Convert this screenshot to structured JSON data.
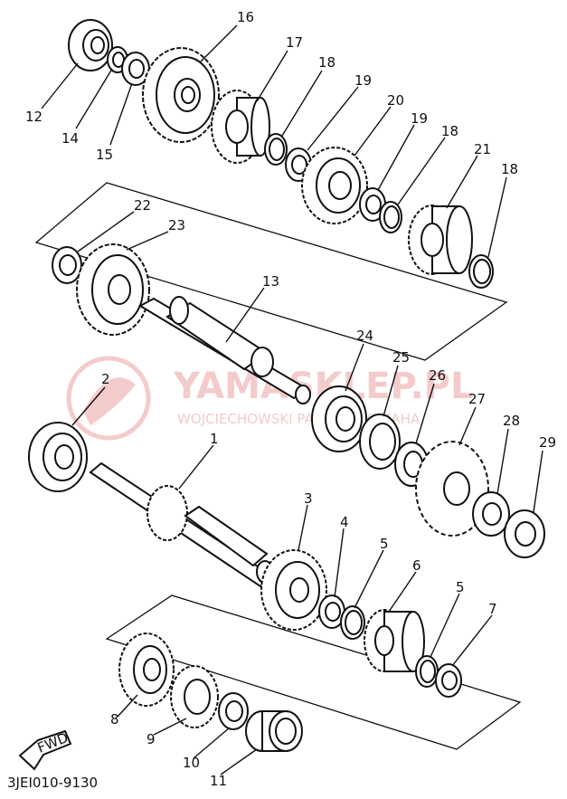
{
  "diagram": {
    "code": "3JEI010-9130",
    "fwd_label": "FWD",
    "watermark": {
      "brand": "YAMASKLEP.PL",
      "sub": "WOJCIECHOWSKI PARTNER YAMAHA"
    },
    "labels": [
      {
        "id": "12",
        "text": "12"
      },
      {
        "id": "14",
        "text": "14"
      },
      {
        "id": "15",
        "text": "15"
      },
      {
        "id": "16",
        "text": "16"
      },
      {
        "id": "17",
        "text": "17"
      },
      {
        "id": "18a",
        "text": "18"
      },
      {
        "id": "19a",
        "text": "19"
      },
      {
        "id": "20",
        "text": "20"
      },
      {
        "id": "19b",
        "text": "19"
      },
      {
        "id": "18b",
        "text": "18"
      },
      {
        "id": "21",
        "text": "21"
      },
      {
        "id": "18c",
        "text": "18"
      },
      {
        "id": "22",
        "text": "22"
      },
      {
        "id": "23",
        "text": "23"
      },
      {
        "id": "13",
        "text": "13"
      },
      {
        "id": "24",
        "text": "24"
      },
      {
        "id": "25",
        "text": "25"
      },
      {
        "id": "26",
        "text": "26"
      },
      {
        "id": "27",
        "text": "27"
      },
      {
        "id": "28",
        "text": "28"
      },
      {
        "id": "29",
        "text": "29"
      },
      {
        "id": "2",
        "text": "2"
      },
      {
        "id": "1",
        "text": "1"
      },
      {
        "id": "3",
        "text": "3"
      },
      {
        "id": "4",
        "text": "4"
      },
      {
        "id": "5a",
        "text": "5"
      },
      {
        "id": "6",
        "text": "6"
      },
      {
        "id": "5b",
        "text": "5"
      },
      {
        "id": "7",
        "text": "7"
      },
      {
        "id": "8",
        "text": "8"
      },
      {
        "id": "9",
        "text": "9"
      },
      {
        "id": "10",
        "text": "10"
      },
      {
        "id": "11",
        "text": "11"
      }
    ]
  }
}
